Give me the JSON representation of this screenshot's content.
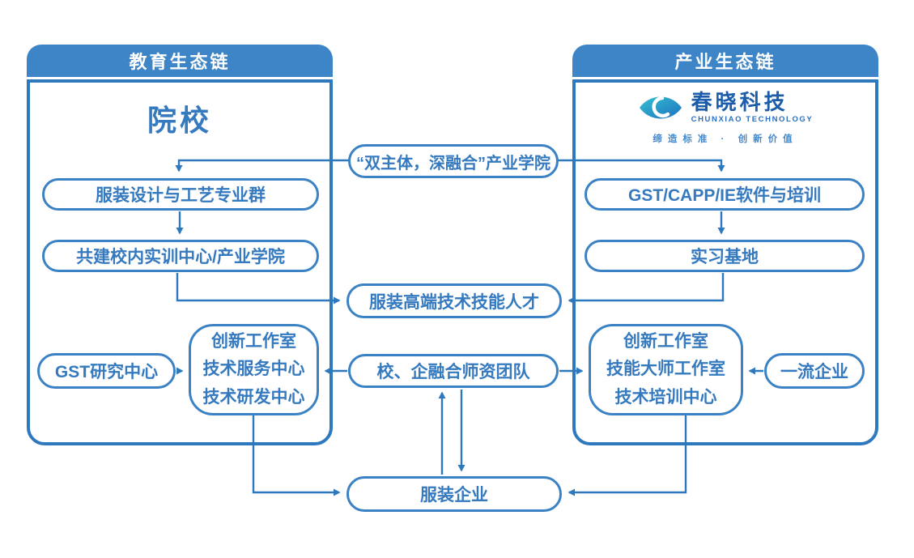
{
  "colors": {
    "accent_blue": "#2e78bd",
    "header_fill": "#3e85c7",
    "box_border": "#3b82c4",
    "text_blue": "#3579bf",
    "logo_dark_blue": "#1b5dab",
    "logo_teal": "#35c0cf"
  },
  "left_panel": {
    "header": "教育生态链",
    "title": "院校",
    "boxes": [
      "服装设计与工艺专业群",
      "共建校内实训中心/产业学院"
    ],
    "research_center": "GST研究中心",
    "centers": [
      "创新工作室",
      "技术服务中心",
      "技术研发中心"
    ]
  },
  "right_panel": {
    "header": "产业生态链",
    "logo": {
      "name": "春晓科技",
      "subtitle": "CHUNXIAO TECHNOLOGY",
      "tagline": "缔造标准 · 创新价值"
    },
    "boxes": [
      "GST/CAPP/IE软件与培训",
      "实习基地"
    ],
    "centers": [
      "创新工作室",
      "技能大师工作室",
      "技术培训中心"
    ],
    "enterprise": "一流企业"
  },
  "middle": {
    "industry_college": "“双主体，深融合”产业学院",
    "talent": "服装高端技术技能人才",
    "faculty_team": "校、企融合师资团队",
    "garment_enterprise": "服装企业"
  },
  "connections": [
    {
      "from": "“双主体，深融合”产业学院",
      "to": "服装设计与工艺专业群"
    },
    {
      "from": "“双主体，深融合”产业学院",
      "to": "GST/CAPP/IE软件与培训"
    },
    {
      "from": "服装设计与工艺专业群",
      "to": "共建校内实训中心/产业学院"
    },
    {
      "from": "GST/CAPP/IE软件与培训",
      "to": "实习基地"
    },
    {
      "from": "共建校内实训中心/产业学院",
      "to": "服装高端技术技能人才"
    },
    {
      "from": "实习基地",
      "to": "服装高端技术技能人才"
    },
    {
      "from": "GST研究中心",
      "to": "创新工作室/技术服务中心/技术研发中心"
    },
    {
      "from": "校、企融合师资团队",
      "to": "创新工作室/技术服务中心/技术研发中心"
    },
    {
      "from": "校、企融合师资团队",
      "to": "创新工作室/技能大师工作室/技术培训中心"
    },
    {
      "from": "一流企业",
      "to": "创新工作室/技能大师工作室/技术培训中心"
    },
    {
      "from": "服装企业",
      "to": "校、企融合师资团队"
    },
    {
      "from": "校、企融合师资团队",
      "to": "服装企业"
    },
    {
      "from": "创新工作室/技术服务中心/技术研发中心",
      "to": "服装企业"
    },
    {
      "from": "创新工作室/技能大师工作室/技术培训中心",
      "to": "服装企业"
    }
  ]
}
